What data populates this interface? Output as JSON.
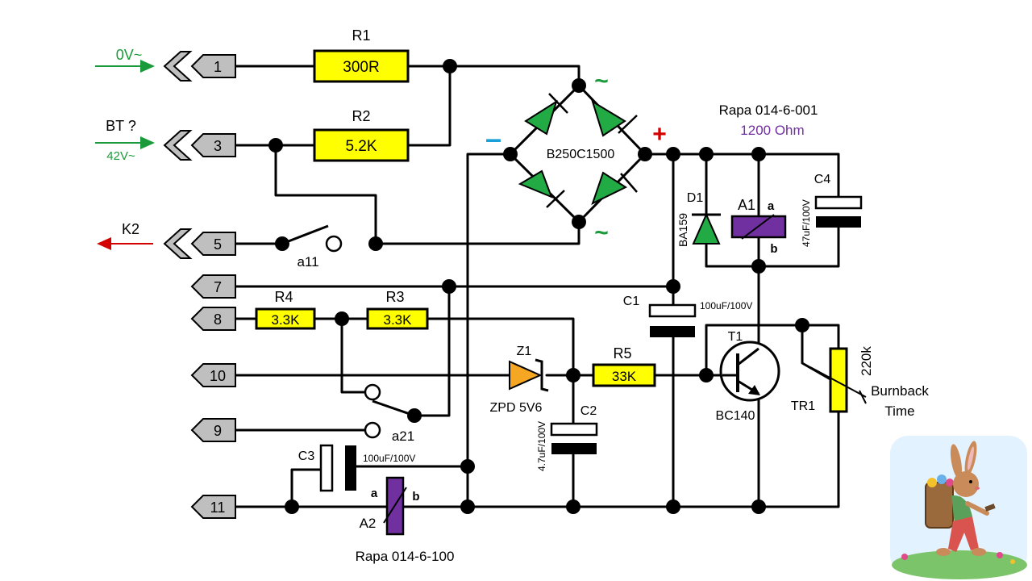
{
  "colors": {
    "wire": "#000000",
    "resistor": "#ffff00",
    "relay": "#7030a0",
    "diode": "#22aa44",
    "zener": "#f5a623",
    "terminal": "#bfbfbf",
    "ac_input": "#1a9a3a",
    "output_arrow": "#d40000",
    "plus": "#d40000",
    "minus": "#1aa0d8",
    "rating_purple": "#7030a0"
  },
  "inputs": {
    "zero_v": "0V~",
    "bt": "BT ?",
    "forty_two_v": "42V~",
    "k2": "K2"
  },
  "terminals": [
    "1",
    "3",
    "5",
    "7",
    "8",
    "10",
    "9",
    "11"
  ],
  "resistors": {
    "r1": {
      "name": "R1",
      "value": "300R"
    },
    "r2": {
      "name": "R2",
      "value": "5.2K"
    },
    "r3": {
      "name": "R3",
      "value": "3.3K"
    },
    "r4": {
      "name": "R4",
      "value": "3.3K"
    },
    "r5": {
      "name": "R5",
      "value": "33K"
    }
  },
  "bridge": {
    "name": "B250C1500",
    "ac_symbol": "~",
    "plus": "+",
    "minus": "–"
  },
  "relay_a1": {
    "part": "Rapa 014-6-001",
    "resistance": "1200 Ohm",
    "name": "A1",
    "pin_a": "a",
    "pin_b": "b"
  },
  "relay_a2": {
    "part": "Rapa 014-6-100",
    "name": "A2",
    "pin_a": "a",
    "pin_b": "b"
  },
  "diode_d1": {
    "name": "D1",
    "part": "BA159"
  },
  "zener_z1": {
    "name": "Z1",
    "part": "ZPD 5V6"
  },
  "capacitors": {
    "c1": {
      "name": "C1",
      "value": "100uF/100V"
    },
    "c2": {
      "name": "C2",
      "value": "4.7uF/100V"
    },
    "c3": {
      "name": "C3",
      "value": "100uF/100V"
    },
    "c4": {
      "name": "C4",
      "value": "47uF/100V"
    }
  },
  "transistor_t1": {
    "name": "T1",
    "part": "BC140"
  },
  "trimmer_tr1": {
    "name": "TR1",
    "value": "220k",
    "function_line1": "Burnback",
    "function_line2": "Time"
  },
  "contacts": {
    "a11": "a11",
    "a21": "a21"
  },
  "illustration": "easter-bunny-with-basket"
}
